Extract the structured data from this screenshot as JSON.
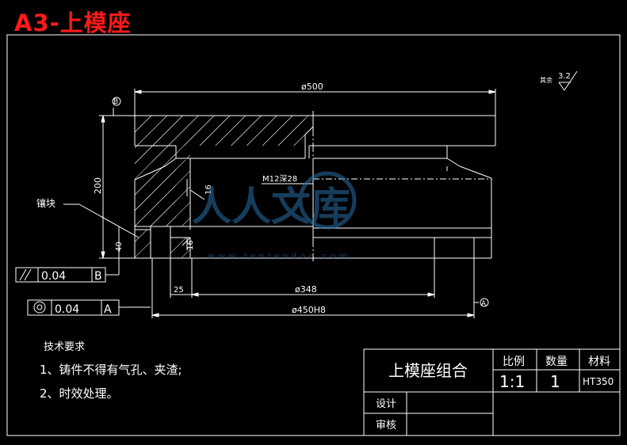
{
  "header": {
    "title": "A3-上模座"
  },
  "drawing": {
    "dims": {
      "top_diameter": "ø500",
      "height": "200",
      "tap_note": "M12深28",
      "depth_16": "16",
      "depth_40": "40",
      "depth_16b": "16",
      "bore": "ø348",
      "offset_25": "25",
      "outer_fit": "ø450H8"
    },
    "labels": {
      "insert": "镶块",
      "datum_b": "B",
      "datum_a": "A",
      "roughness_prefix": "其余",
      "roughness_value": "3.2"
    },
    "tolerances": {
      "parallelism": {
        "value": "0.04",
        "datum": "B"
      },
      "concentricity": {
        "value": "0.04",
        "datum": "A"
      }
    },
    "watermark": {
      "text": "人人文库",
      "url": "www.renrendoc.com"
    }
  },
  "notes": {
    "heading": "技术要求",
    "items": [
      "1、铸件不得有气孔、夹渣;",
      "2、时效处理。"
    ]
  },
  "title_block": {
    "name": "上模座组合",
    "h_scale": "比例",
    "h_qty": "数量",
    "h_material": "材料",
    "scale": "1:1",
    "qty": "1",
    "material": "HT350",
    "design": "设计",
    "review": "审核"
  }
}
